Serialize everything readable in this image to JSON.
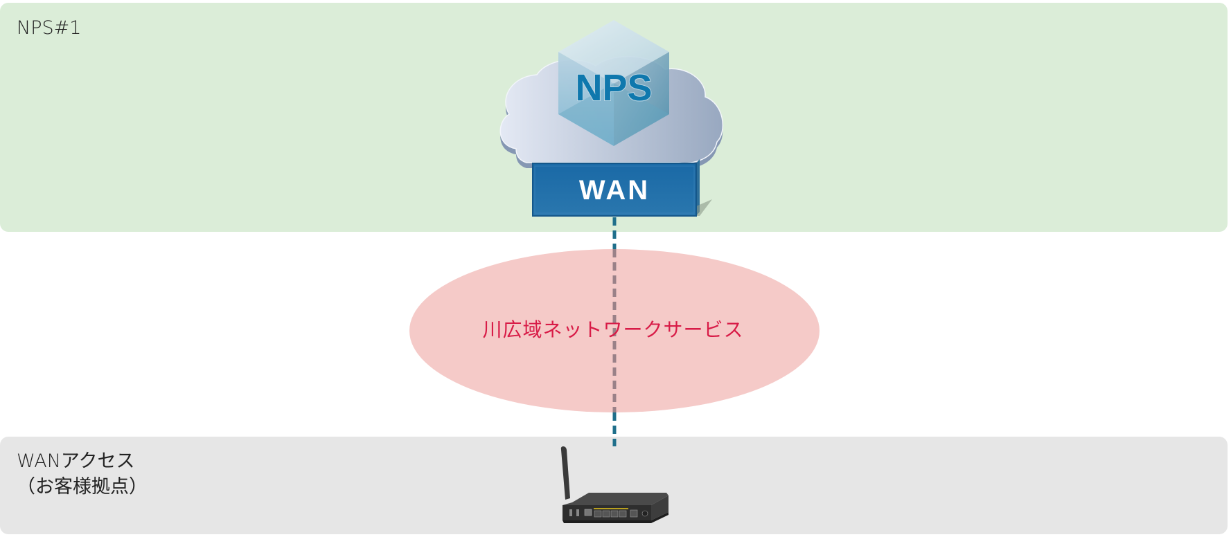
{
  "zones": {
    "nps": {
      "label": "NPS#1",
      "color": "#dbedd8"
    },
    "wan_access": {
      "label_line1": "WANアクセス",
      "label_line2": "（お客様拠点）",
      "color": "#e6e6e6"
    }
  },
  "nodes": {
    "nps_cloud": {
      "label": "NPS",
      "icon": "cloud-cube-icon"
    },
    "wan_box": {
      "label": "WAN",
      "color": "#1f6fa8"
    },
    "network_service": {
      "label": "川広域ネットワークサービス",
      "fill": "#f5cac8",
      "text_color": "#d81b47"
    },
    "router": {
      "icon": "router-icon"
    }
  },
  "connections": [
    {
      "from": "wan_box",
      "to": "router",
      "style": "dashed",
      "color": "#1f6f8b"
    }
  ]
}
